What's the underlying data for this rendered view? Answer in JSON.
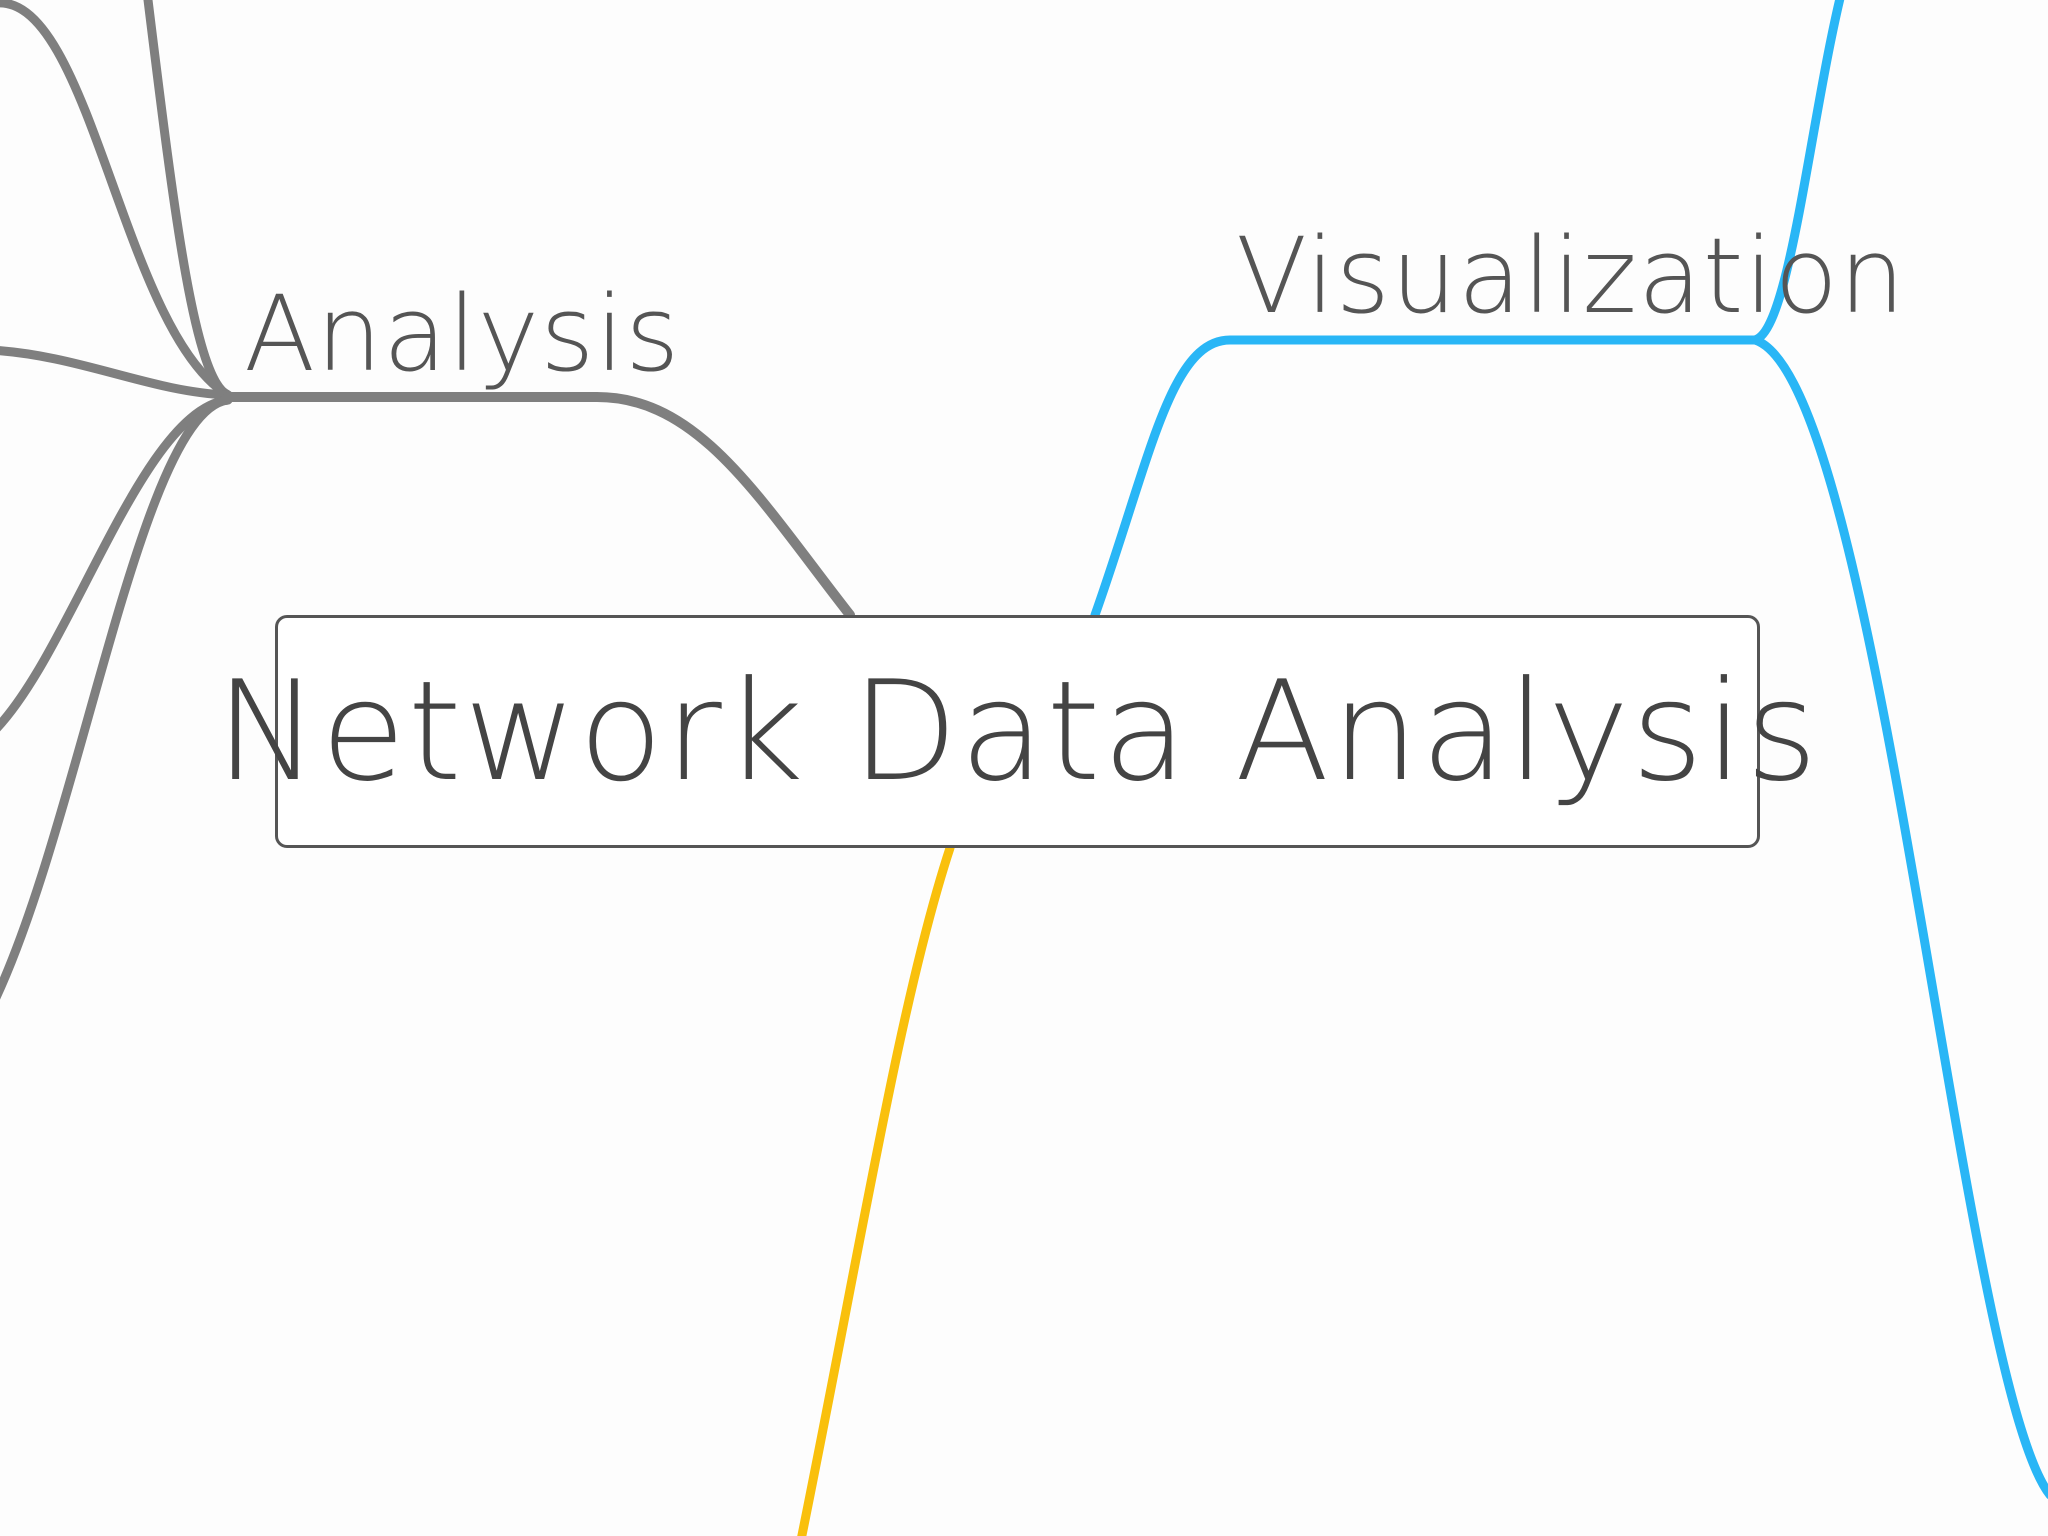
{
  "central_topic": {
    "title": "Network Data Analysis"
  },
  "branches": [
    {
      "id": "analysis",
      "label": "Analysis",
      "color": "#7f7f7f"
    },
    {
      "id": "visualization",
      "label": "Visualization",
      "color": "#29b6f6"
    },
    {
      "id": "unlabeled",
      "label": "",
      "color": "#f9c00c"
    }
  ]
}
